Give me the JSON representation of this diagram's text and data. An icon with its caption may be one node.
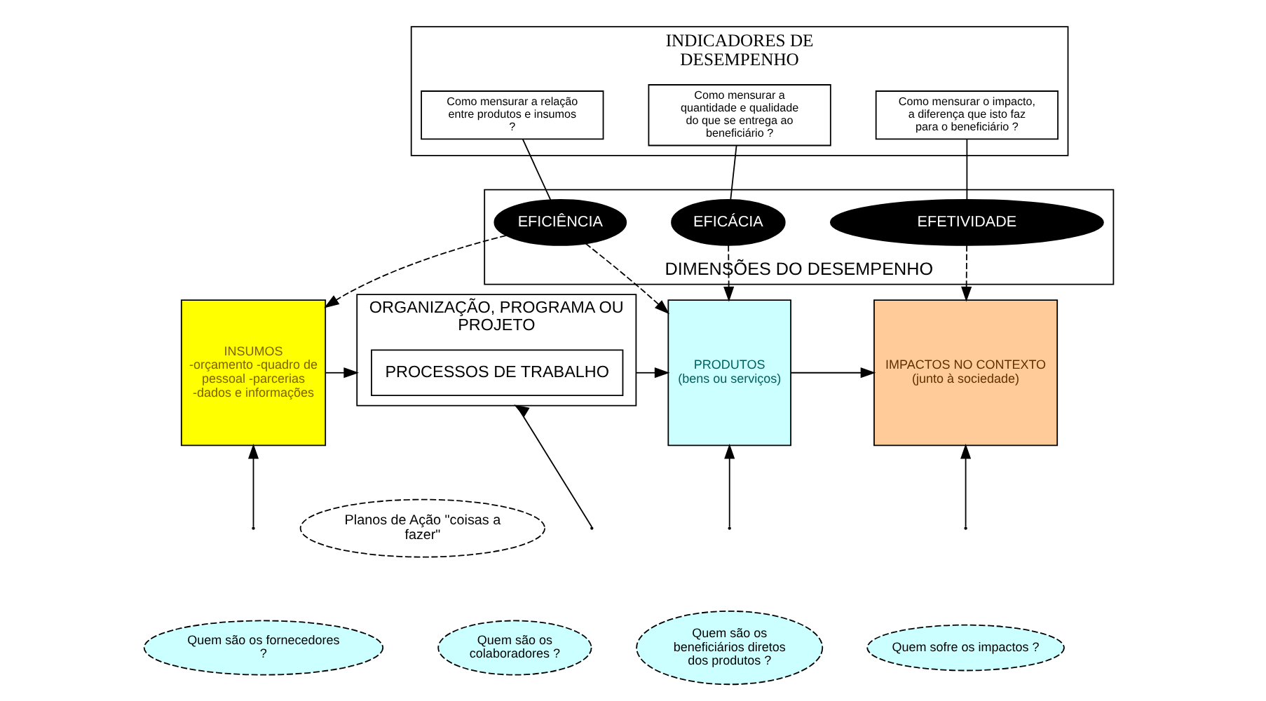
{
  "diagram": {
    "nodes": [
      {
        "text": [
          "INDICADORES DE DESEMPENHO"
        ]
      },
      {
        "text": [
          "Como mensurar a relação entre produtos e insumos ?"
        ],
        "in": 0
      },
      {
        "text": [
          "Como mensurar a quantidade e qualidade do que se entrega ao beneficiário ?"
        ],
        "in": 0
      },
      {
        "text": [
          "Como mensurar o impacto, a diferença que isto faz para o beneficiário ?"
        ],
        "in": 0
      },
      {
        "text": [
          "DIMENSÕES DO DESEMPENHO"
        ]
      },
      {
        "text": [
          "EFICIÊNCIA"
        ],
        "in": 4
      },
      {
        "text": [
          "EFICÁCIA"
        ],
        "in": 4
      },
      {
        "text": [
          "EFETIVIDADE"
        ],
        "in": 4
      },
      {
        "text": [
          "INSUMOS",
          "-orçamento -quadro de pessoal -parcerias -dados e informações"
        ]
      },
      {
        "text": [
          "ORGANIZAÇÃO, PROGRAMA OU PROJETO"
        ]
      },
      {
        "text": [
          "PROCESSOS DE TRABALHO"
        ],
        "in": 9
      },
      {
        "text": [
          "Planos de Ação \"coisas a fazer\""
        ]
      },
      {
        "text": [
          "PRODUTOS",
          "(bens ou serviços)"
        ]
      },
      {
        "text": [
          "IMPACTOS NO CONTEXTO",
          "(junto à sociedade)"
        ]
      },
      {
        "text": [
          "Quem são os fornecedores ?"
        ]
      },
      {
        "text": [
          "Quem são os colaboradores ?"
        ]
      },
      {
        "text": [
          "Quem são os beneficiários diretos dos produtos ?"
        ]
      },
      {
        "text": [
          "Quem sofre os impactos ?"
        ]
      }
    ],
    "edges": [
      {
        "from": 1,
        "to": 5,
        "arrow": "none"
      },
      {
        "from": 2,
        "to": 6,
        "arrow": "none"
      },
      {
        "from": 3,
        "to": 7,
        "arrow": "none"
      },
      {
        "from": 5,
        "to": 8,
        "arrow": "to",
        "style": "dashed"
      },
      {
        "from": 5,
        "to": 12,
        "arrow": "to",
        "style": "dashed"
      },
      {
        "from": 6,
        "to": 12,
        "arrow": "to",
        "style": "dashed"
      },
      {
        "from": 7,
        "to": 13,
        "arrow": "to",
        "style": "dashed"
      },
      {
        "from": 8,
        "to": 9,
        "arrow": "to"
      },
      {
        "from": 9,
        "to": 12,
        "arrow": "to"
      },
      {
        "from": 12,
        "to": 13,
        "arrow": "to"
      },
      {
        "from": null,
        "to": 8,
        "arrow": "to"
      },
      {
        "from": null,
        "to": 9,
        "arrow": "to"
      },
      {
        "from": null,
        "to": 12,
        "arrow": "to"
      },
      {
        "from": null,
        "to": 13,
        "arrow": "to"
      }
    ]
  }
}
